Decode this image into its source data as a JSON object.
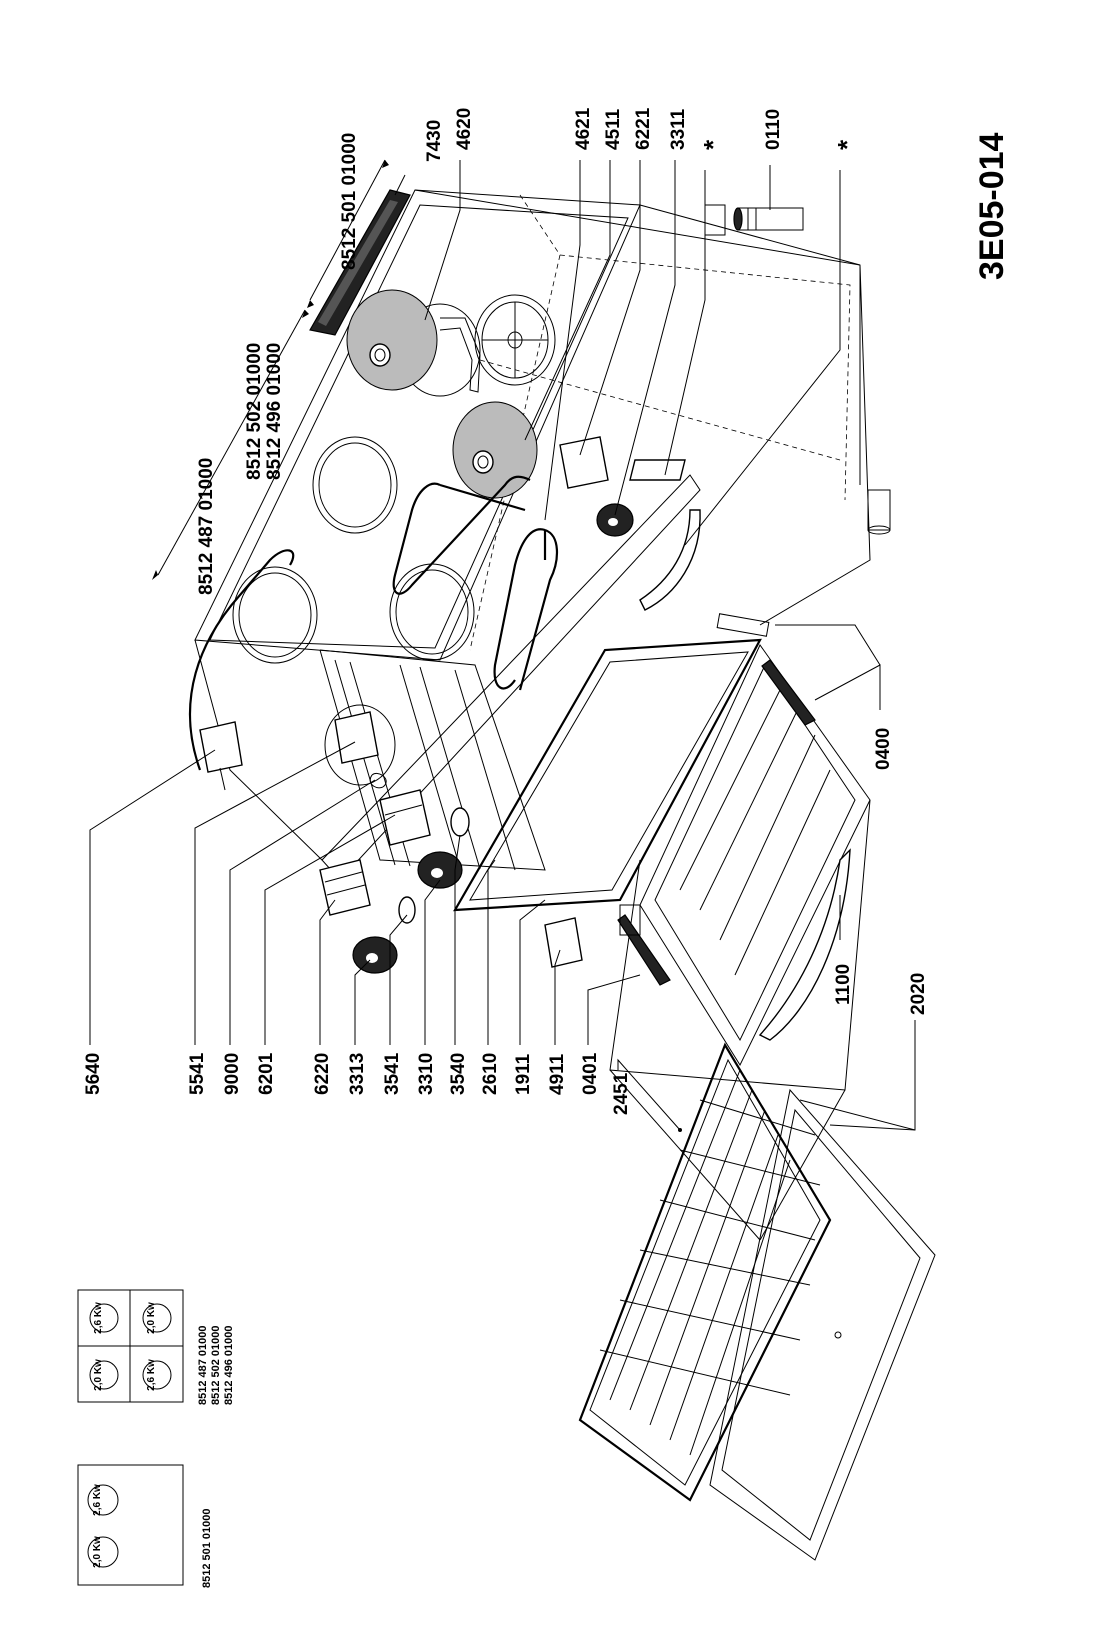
{
  "diagram_code": "3E05-014",
  "part_labels_left": [
    "5640",
    "5541",
    "9000",
    "6201",
    "6220",
    "3313",
    "3541",
    "3310",
    "3540",
    "2610",
    "1911",
    "4911",
    "0401",
    "2451"
  ],
  "part_labels_top": [
    "7430",
    "4620",
    "4621",
    "4511",
    "6221",
    "3311",
    "*",
    "0110",
    "*"
  ],
  "part_labels_bottom": [
    "0400",
    "1100",
    "2020"
  ],
  "hob_codes": [
    "8512 487 01000",
    "8512 502 01000",
    "8512 496 01000",
    "8512 501 01000"
  ],
  "legend": {
    "box_a": {
      "zones": [
        "2,6 Kw",
        "2,0 Kw"
      ],
      "code": "8512 501 01000"
    },
    "box_b": {
      "zones": [
        "2,6 Kw",
        "2,0 Kw",
        "2,0 Kw",
        "2,6 Kw"
      ],
      "codes": [
        "8512 487 01000",
        "8512 502 01000",
        "8512 496 01000"
      ]
    }
  }
}
